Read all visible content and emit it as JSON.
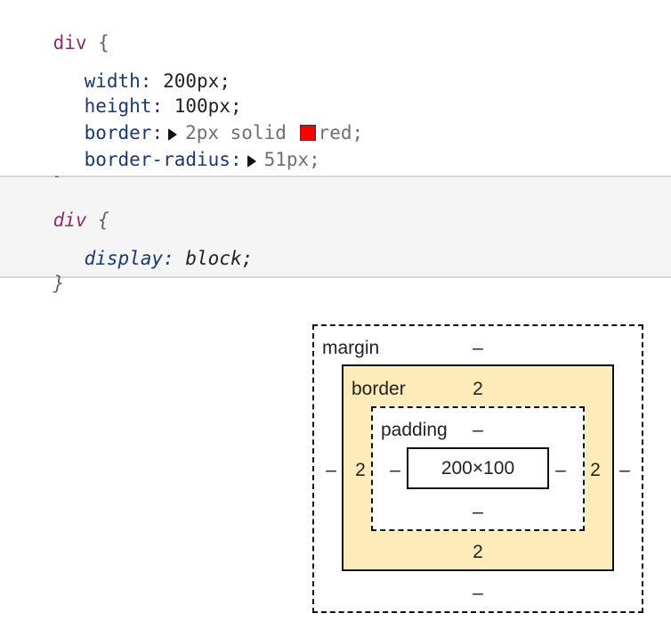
{
  "rule1": {
    "selector": "div",
    "open_brace": "{",
    "close_brace": "}",
    "declarations": [
      {
        "property": "width",
        "value": "200px"
      },
      {
        "property": "height",
        "value": "100px"
      },
      {
        "property": "border",
        "value_pre": "2px solid",
        "swatch_color": "#ff0000",
        "value_post": "red;"
      },
      {
        "property": "border-radius",
        "value": "51px;"
      }
    ]
  },
  "rule2": {
    "selector": "div",
    "open_brace": "{",
    "close_brace": "}",
    "declarations": [
      {
        "property": "display",
        "value": "block;"
      }
    ]
  },
  "box_model": {
    "margin": {
      "label": "margin",
      "top": "–",
      "right": "–",
      "bottom": "–",
      "left": "–"
    },
    "border": {
      "label": "border",
      "top": "2",
      "right": "2",
      "bottom": "2",
      "left": "2"
    },
    "padding": {
      "label": "padding",
      "top": "–",
      "right": "–",
      "bottom": "–",
      "left": "–"
    },
    "content": "200×100"
  }
}
